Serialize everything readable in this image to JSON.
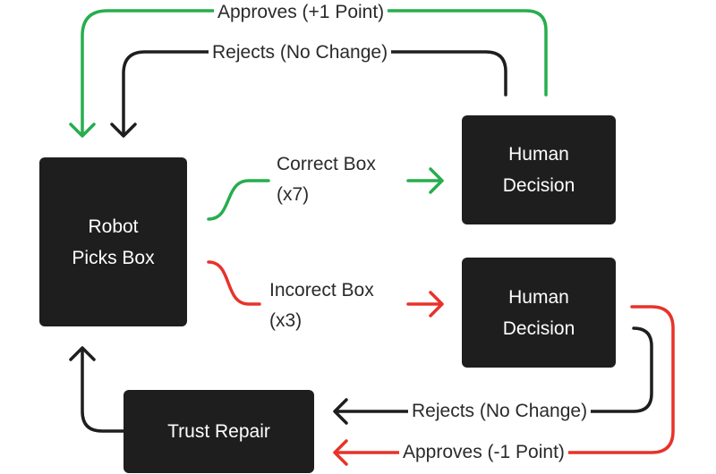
{
  "colors": {
    "box": "#1e1e1e",
    "box_text": "#ffffff",
    "green": "#27ad4e",
    "red": "#e8322a",
    "black": "#1e1e1e",
    "label_text": "#2a2a2a"
  },
  "nodes": {
    "robot": {
      "line1": "Robot",
      "line2": "Picks Box"
    },
    "human_top": {
      "line1": "Human",
      "line2": "Decision"
    },
    "human_bottom": {
      "line1": "Human",
      "line2": "Decision"
    },
    "trust_repair": {
      "label": "Trust Repair"
    }
  },
  "edges": {
    "approves_plus": "Approves (+1 Point)",
    "rejects_top": "Rejects (No Change)",
    "correct_box": {
      "line1": "Correct Box",
      "line2": "(x7)"
    },
    "incorrect_box": {
      "line1": "Incorect Box",
      "line2": "(x3)"
    },
    "rejects_bottom": "Rejects (No Change)",
    "approves_minus": "Approves (-1 Point)"
  }
}
